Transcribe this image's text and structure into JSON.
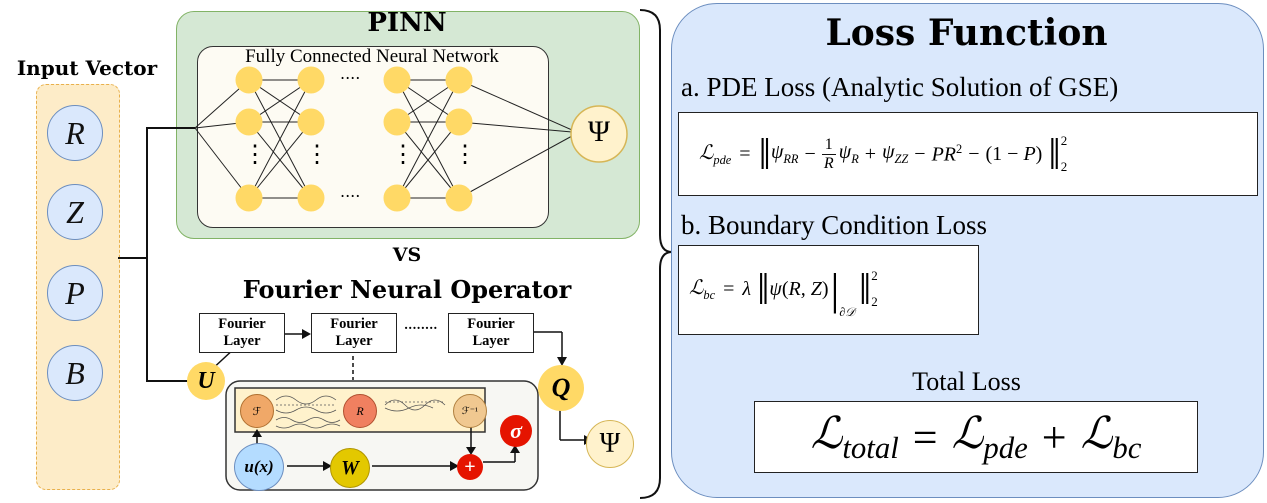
{
  "input": {
    "title": "Input Vector",
    "vars": [
      "R",
      "Z",
      "P",
      "B"
    ]
  },
  "pinn": {
    "title": "PINN",
    "subtitle": "Fully Connected Neural Network",
    "output": "Ψ",
    "dots": "....",
    "vdots": "⋮"
  },
  "vs": "VS",
  "fno": {
    "title": "Fourier Neural Operator",
    "layers": [
      {
        "line1": "Fourier",
        "line2": "Layer"
      },
      {
        "line1": "Fourier",
        "line2": "Layer"
      },
      {
        "line1": "Fourier",
        "line2": "Layer"
      }
    ],
    "ellipsis": "........",
    "lift": "U",
    "project": "Q",
    "output": "Ψ",
    "detail": {
      "fft": "ℱ",
      "r": "R",
      "ifft": "ℱ⁻¹",
      "input": "u(x)",
      "w": "W",
      "plus": "+",
      "sigma": "σ"
    }
  },
  "loss": {
    "title": "Loss Function",
    "pde_heading": "a. PDE Loss (Analytic Solution of GSE)",
    "bc_heading": "b. Boundary Condition Loss",
    "total_heading": "Total Loss"
  },
  "colors": {
    "green_fill": "#d5e8d4",
    "green_stroke": "#82b366",
    "blue_fill": "#dae8fc",
    "blue_stroke": "#6c8ebf",
    "yellow_node": "#ffd966",
    "orange_fill": "#fdecc8",
    "red": "#e51400"
  }
}
